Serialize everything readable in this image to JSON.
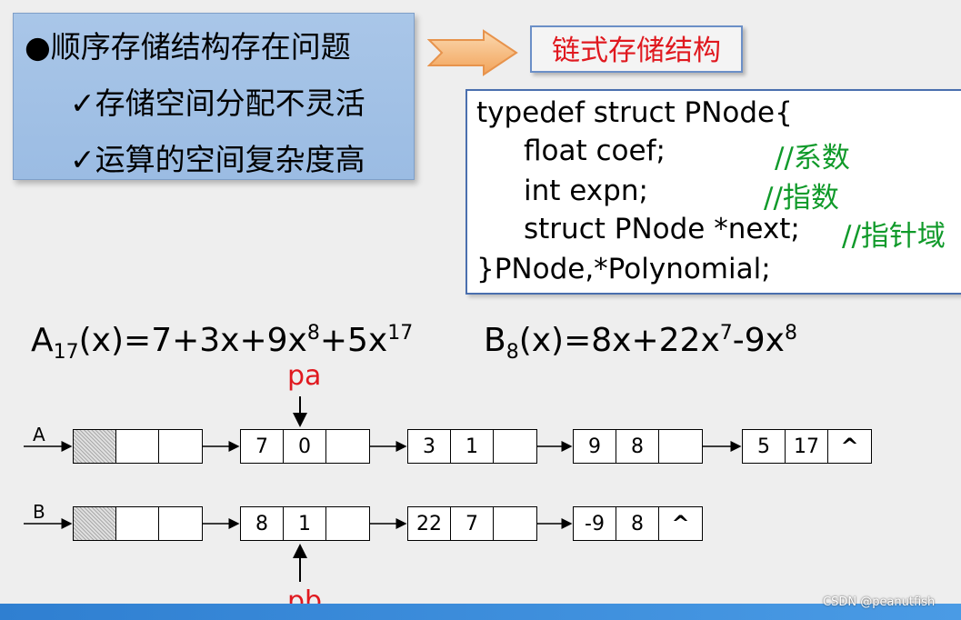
{
  "problem": {
    "title": "●顺序存储结构存在问题",
    "items": [
      "✓存储空间分配不灵活",
      "✓运算的空间复杂度高"
    ]
  },
  "linked_title": "链式存储结构",
  "code": {
    "line1": "typedef struct PNode{",
    "line2": "float  coef;",
    "line2_comment": "//系数",
    "line3": "int   expn;",
    "line3_comment": "//指数",
    "line4": "struct PNode  *next;",
    "line4_comment": "//指针域",
    "line5": "}PNode,*Polynomial;"
  },
  "formula_a": {
    "name": "A",
    "sub": "17",
    "p1": "(x)=7+3x+9x",
    "exp1": "8",
    "p2": "+5x",
    "exp2": "17"
  },
  "formula_b": {
    "name": "B",
    "sub": "8",
    "p1": "(x)=8x+22x",
    "exp1": "7",
    "p2": "-9x",
    "exp2": "8"
  },
  "pointers": {
    "pa": "pa",
    "pb": "pb"
  },
  "lists": {
    "a_label": "A",
    "b_label": "B",
    "a_nodes": [
      [
        "7",
        "0"
      ],
      [
        "3",
        "1"
      ],
      [
        "9",
        "8"
      ],
      [
        "5",
        "17"
      ]
    ],
    "b_nodes": [
      [
        "8",
        "1"
      ],
      [
        "22",
        "7"
      ],
      [
        "-9",
        "8"
      ]
    ],
    "null_symbol": "^"
  },
  "watermark": "CSDN @peanutfish",
  "colors": {
    "red": "#e0191f",
    "green": "#109a2a",
    "box_blue": "#9bbce3"
  }
}
